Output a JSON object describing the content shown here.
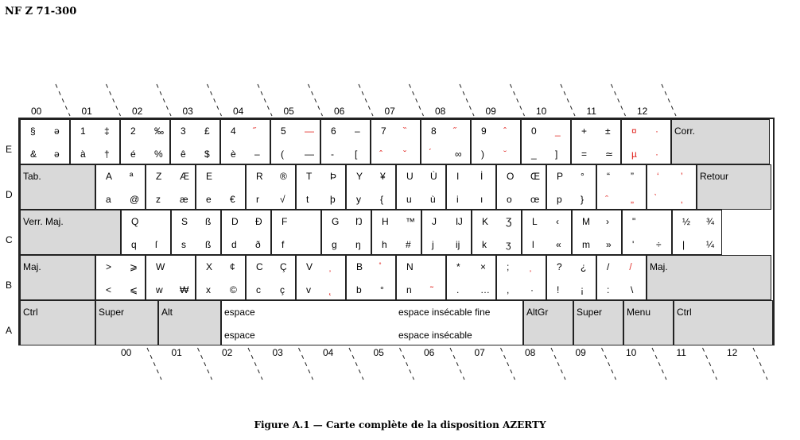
{
  "header": "NF Z 71-300",
  "caption": "Figure A.1 — Carte complète de la disposition AZERTY",
  "row_labels": [
    "E",
    "D",
    "C",
    "B",
    "A"
  ],
  "top_col_labels": [
    "00",
    "01",
    "02",
    "03",
    "04",
    "05",
    "06",
    "07",
    "08",
    "09",
    "10",
    "11",
    "12"
  ],
  "bottom_col_labels": [
    "00",
    "01",
    "02",
    "03",
    "04",
    "05",
    "06",
    "07",
    "08",
    "09",
    "10",
    "11",
    "12"
  ],
  "colors": {
    "dead_key": "#e0201b",
    "special_key_bg": "#d9d9d9",
    "border": "#222222"
  },
  "keys": {
    "E00": {
      "tl": "§",
      "tr": "ə",
      "bl": "&",
      "br": "ə"
    },
    "E01": {
      "tl": "1",
      "tr": "‡",
      "bl": "à",
      "br": "†"
    },
    "E02": {
      "tl": "2",
      "tr": "‰",
      "bl": "é",
      "br": "%"
    },
    "E03": {
      "tl": "3",
      "tr": "£",
      "bl": "ê",
      "br": "$"
    },
    "E04": {
      "tl": "4",
      "tr": "̋",
      "bl": "è",
      "br": "–"
    },
    "E05": {
      "tl": "5",
      "tr": "—",
      "bl": "(",
      "br": "—"
    },
    "E06": {
      "tl": "6",
      "tr": "–",
      "bl": "-",
      "br": "["
    },
    "E07": {
      "tl": "7",
      "tr": "̏",
      "bl": "̂",
      "br": "̌"
    },
    "E08": {
      "tl": "8",
      "tr": "̋",
      "bl": "́",
      "br": "∞"
    },
    "E09": {
      "tl": "9",
      "tr": "̂",
      "bl": ")",
      "br": "̆"
    },
    "E10": {
      "tl": "0",
      "tr": "_",
      "bl": "_",
      "br": "]"
    },
    "E11": {
      "tl": "+",
      "tr": "±",
      "bl": "=",
      "br": "≃"
    },
    "E12": {
      "tl": "¤",
      "tr": "·",
      "bl": "µ",
      "br": "·"
    },
    "E13": {
      "name": "Corr."
    },
    "D00": {
      "name": "Tab."
    },
    "D01": {
      "tl": "A",
      "tr": "ª",
      "bl": "a",
      "br": "@"
    },
    "D02": {
      "tl": "Z",
      "tr": "Æ",
      "bl": "z",
      "br": "æ"
    },
    "D03": {
      "tl": "E",
      "tr": "",
      "bl": "e",
      "br": "€"
    },
    "D04": {
      "tl": "R",
      "tr": "®",
      "bl": "r",
      "br": "√"
    },
    "D05": {
      "tl": "T",
      "tr": "Þ",
      "bl": "t",
      "br": "þ"
    },
    "D06": {
      "tl": "Y",
      "tr": "¥",
      "bl": "y",
      "br": "{"
    },
    "D07": {
      "tl": "U",
      "tr": "Ù",
      "bl": "u",
      "br": "ù"
    },
    "D08": {
      "tl": "I",
      "tr": "İ",
      "bl": "i",
      "br": "ı"
    },
    "D09": {
      "tl": "O",
      "tr": "Œ",
      "bl": "o",
      "br": "œ"
    },
    "D10": {
      "tl": "P",
      "tr": "°",
      "bl": "p",
      "br": "}"
    },
    "D11": {
      "tl": "“",
      "tr": "”",
      "bl": "̑",
      "br": "„"
    },
    "D12": {
      "tl": "‘",
      "tr": "’",
      "bl": "̀",
      "br": "‚"
    },
    "D13": {
      "name": "Retour"
    },
    "C00": {
      "name": "Verr. Maj."
    },
    "C01": {
      "tl": "Q",
      "tr": "",
      "bl": "q",
      "br": "ſ"
    },
    "C02": {
      "tl": "S",
      "tr": "ß",
      "bl": "s",
      "br": "ß"
    },
    "C03": {
      "tl": "D",
      "tr": "Đ",
      "bl": "d",
      "br": "ð"
    },
    "C04": {
      "tl": "F",
      "tr": "",
      "bl": "f",
      "br": ""
    },
    "C05": {
      "tl": "G",
      "tr": "Ŋ",
      "bl": "g",
      "br": "ŋ"
    },
    "C06": {
      "tl": "H",
      "tr": "™",
      "bl": "h",
      "br": "#"
    },
    "C07": {
      "tl": "J",
      "tr": "Ĳ",
      "bl": "j",
      "br": "ĳ"
    },
    "C08": {
      "tl": "K",
      "tr": "Ʒ",
      "bl": "k",
      "br": "ʒ"
    },
    "C09": {
      "tl": "L",
      "tr": "‹",
      "bl": "l",
      "br": "«"
    },
    "C10": {
      "tl": "M",
      "tr": "›",
      "bl": "m",
      "br": "»"
    },
    "C11": {
      "tl": "\"",
      "tr": "",
      "bl": "'",
      "br": "÷"
    },
    "C12": {
      "tl": "½",
      "tr": "¾",
      "bl": "|",
      "br": "¼"
    },
    "B00": {
      "name": "Maj."
    },
    "B01": {
      "tl": ">",
      "tr": "⩾",
      "bl": "<",
      "br": "⩽"
    },
    "B02": {
      "tl": "W",
      "tr": "",
      "bl": "w",
      "br": "₩"
    },
    "B03": {
      "tl": "X",
      "tr": "¢",
      "bl": "x",
      "br": "©"
    },
    "B04": {
      "tl": "C",
      "tr": "Ç",
      "bl": "c",
      "br": "ç"
    },
    "B05": {
      "tl": "V",
      "tr": "̦",
      "bl": "v",
      "br": "̨"
    },
    "B06": {
      "tl": "B",
      "tr": "̊",
      "bl": "b",
      "br": "°"
    },
    "B07": {
      "tl": "N",
      "tr": "",
      "bl": "n",
      "br": "̃"
    },
    "B08": {
      "tl": "*",
      "tr": "×",
      "bl": ".",
      "br": "…"
    },
    "B09": {
      "tl": ";",
      "tr": "̦",
      "bl": ",",
      "br": "·"
    },
    "B10": {
      "tl": "?",
      "tr": "¿",
      "bl": "!",
      "br": "¡"
    },
    "B11": {
      "tl": "/",
      "tr": "̸",
      "bl": ":",
      "br": "\\"
    },
    "B12": {
      "name": "Maj."
    },
    "A00": {
      "name": "Ctrl"
    },
    "A01": {
      "name": "Super"
    },
    "A02": {
      "name": "Alt"
    },
    "A03": {
      "top": "espace",
      "topright": "espace insécable fine",
      "bottom": "espace",
      "bottomright": "espace insécable"
    },
    "A04": {
      "name": "AltGr"
    },
    "A05": {
      "name": "Super"
    },
    "A06": {
      "name": "Menu"
    },
    "A07": {
      "name": "Ctrl"
    }
  }
}
